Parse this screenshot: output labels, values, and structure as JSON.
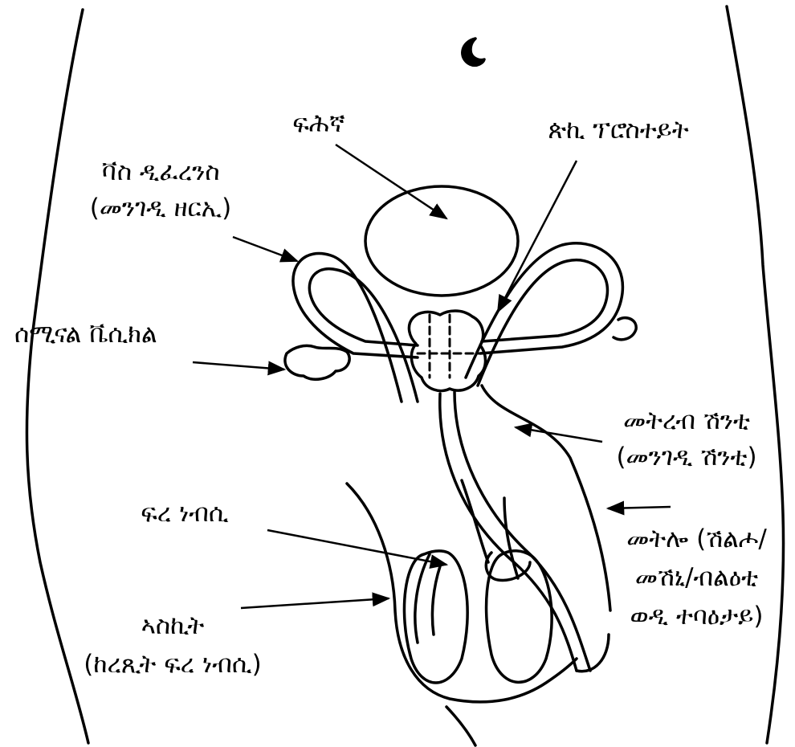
{
  "labels": {
    "bladder": "ፍሕኛ",
    "prostate": "ጵኪ ፕሮስተይት",
    "vas_deferens_line1": "ቫስ ዲፈረንስ",
    "vas_deferens_line2": "(መንገዲ ዘርኢ)",
    "seminal_vesicle": "ሰሚናል ቬሲክል",
    "urethra_line1": "መትረብ ሽንቲ",
    "urethra_line2": "(መንገዲ ሽንቲ)",
    "penis_line1": "መትሎ (ሽልሖ/",
    "penis_line2": "መሽኒ/ብልዕቲ",
    "penis_line3": "ወዲ ተባዕታይ)",
    "testis": "ፍረ ነብሲ",
    "scrotum_line1": "ኣስኪት",
    "scrotum_line2": "(ከረጺት ፍረ ነብሲ)"
  },
  "colors": {
    "ink": "#000000",
    "paper": "#ffffff"
  }
}
